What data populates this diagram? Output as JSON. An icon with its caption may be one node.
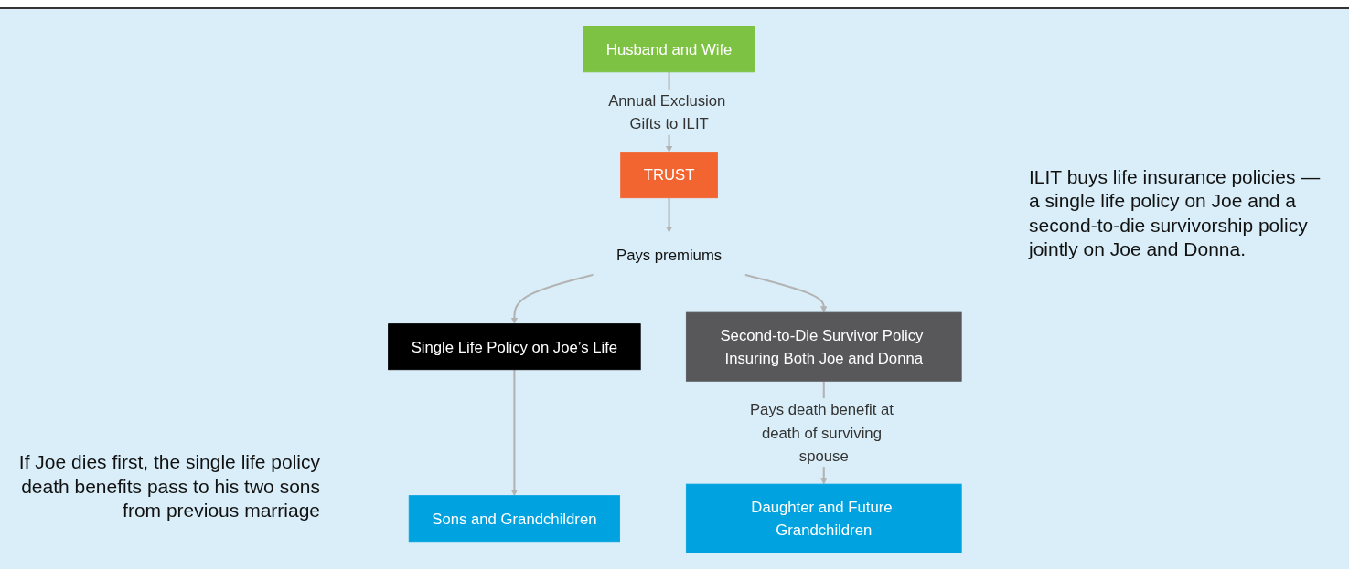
{
  "diagram": {
    "nodes": [
      {
        "text": [
          "Husband and Wife"
        ]
      },
      {
        "text": [
          "TRUST"
        ]
      },
      {
        "text": [
          "Pays premiums"
        ]
      },
      {
        "text": [
          "Single Life Policy on Joe’s Life"
        ]
      },
      {
        "text": [
          "Second-to-Die Survivor Policy Insuring Both Joe and Donna"
        ]
      },
      {
        "text": [
          "Sons and Grandchildren"
        ]
      },
      {
        "text": [
          "Daughter and Future Grandchildren"
        ]
      }
    ],
    "edges": [
      {
        "from": 0,
        "to": 1,
        "arrow": "to",
        "label": "Annual Exclusion Gifts to ILIT"
      },
      {
        "from": 1,
        "to": 2,
        "arrow": "to"
      },
      {
        "from": 2,
        "to": 3,
        "arrow": "to"
      },
      {
        "from": 2,
        "to": 4,
        "arrow": "to"
      },
      {
        "from": 3,
        "to": 5,
        "arrow": "to"
      },
      {
        "from": 4,
        "to": 6,
        "arrow": "to",
        "label": "Pays death benefit at death of surviving spouse"
      }
    ],
    "labels": [
      "ILIT buys life insurance policies — a single life policy on Joe and a second-to-die survivorship policy jointly on Joe and Donna.",
      "If Joe dies first, the single life policy death benefits pass to his two sons from previous marriage"
    ]
  }
}
